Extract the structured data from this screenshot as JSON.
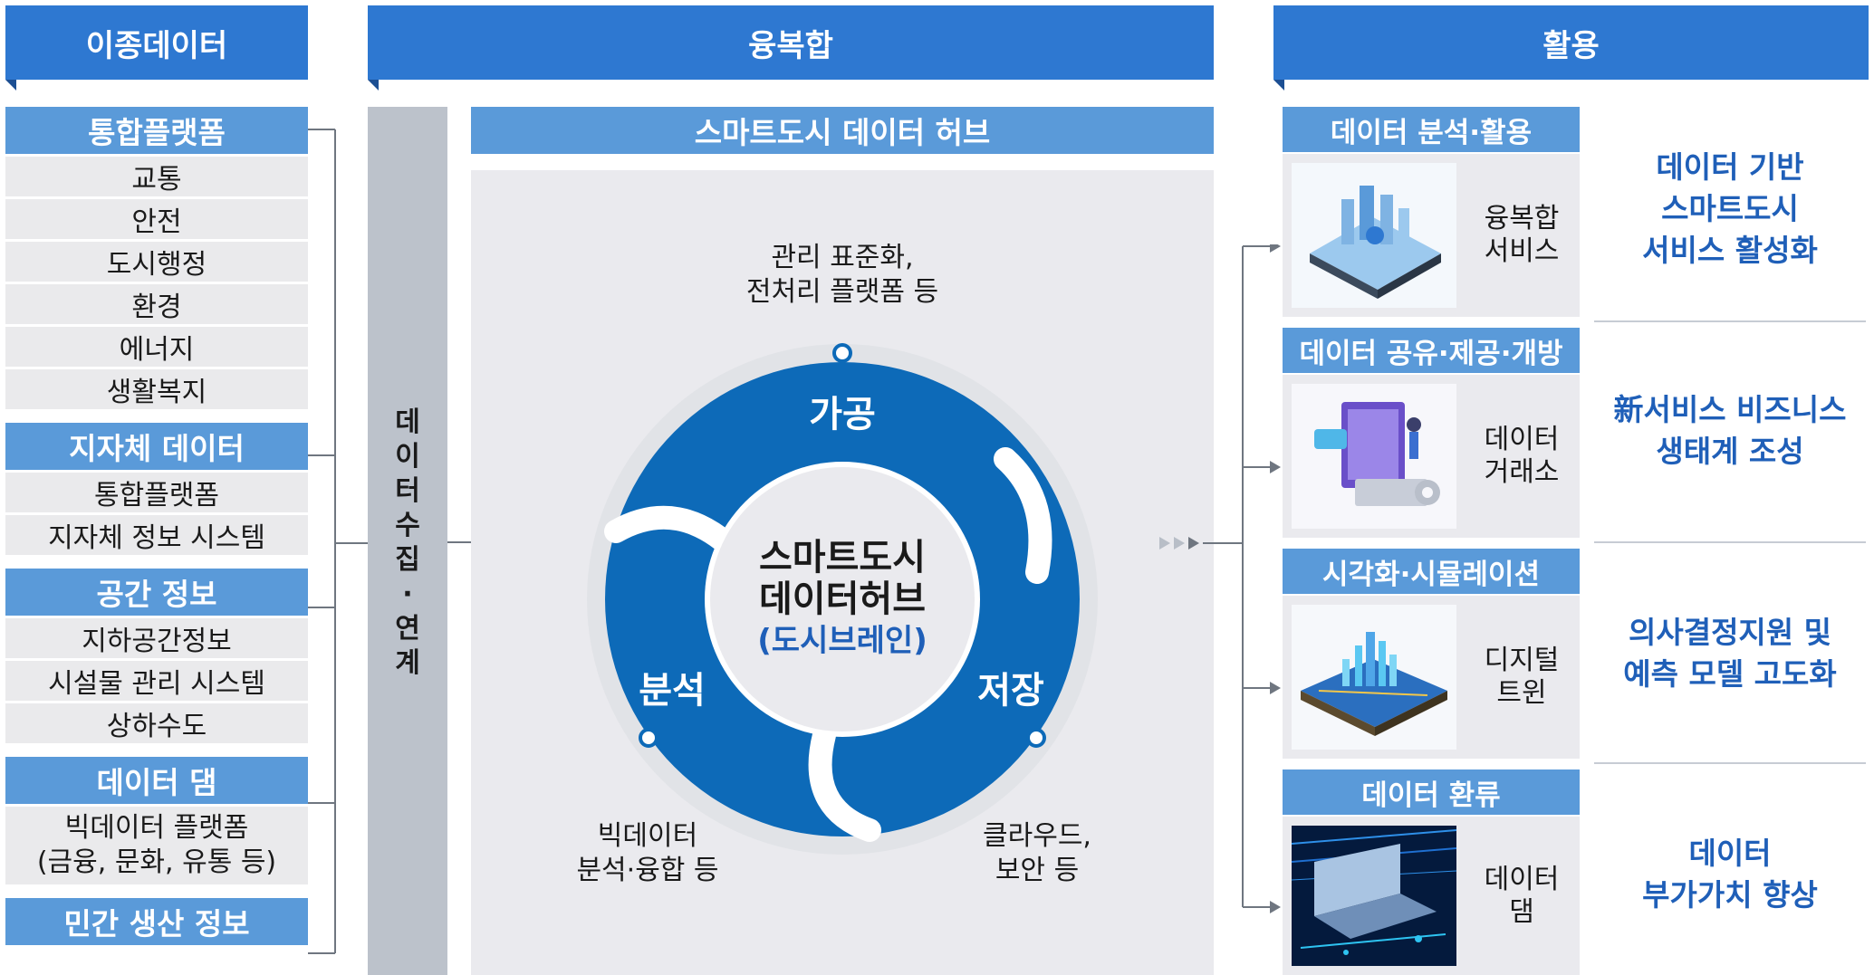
{
  "headers": {
    "left": "이종데이터",
    "middle": "융복합",
    "right": "활용"
  },
  "left_groups": [
    {
      "title": "통합플랫폼",
      "items": [
        "교통",
        "안전",
        "도시행정",
        "환경",
        "에너지",
        "생활복지"
      ]
    },
    {
      "title": "지자체 데이터",
      "items": [
        "통합플랫폼",
        "지자체 정보 시스템"
      ]
    },
    {
      "title": "공간 정보",
      "items": [
        "지하공간정보",
        "시설물 관리 시스템",
        "상하수도"
      ]
    },
    {
      "title": "데이터 댐",
      "items_multiline": [
        "빅데이터 플랫폼",
        "(금융, 문화, 유통 등)"
      ]
    },
    {
      "title": "민간 생산 정보"
    }
  ],
  "collect": {
    "chars": [
      "데",
      "이",
      "터",
      "수",
      "집",
      "·",
      "연",
      "계"
    ]
  },
  "hub": {
    "title": "스마트도시 데이터 허브",
    "center_line1": "스마트도시",
    "center_line2": "데이터허브",
    "center_line3": "(도시브레인)",
    "seg_top": "가공",
    "seg_left": "분석",
    "seg_right": "저장",
    "cap_top_1": "관리 표준화,",
    "cap_top_2": "전처리 플랫폼 등",
    "cap_left_1": "빅데이터",
    "cap_left_2": "분석·융합 등",
    "cap_right_1": "클라우드,",
    "cap_right_2": "보안 등"
  },
  "right_cards": [
    {
      "title": "데이터 분석·활용",
      "label": [
        "융복합",
        "서비스"
      ],
      "image": "smart-city-building-illustration"
    },
    {
      "title": "데이터 공유·제공·개방",
      "label": [
        "데이터",
        "거래소"
      ],
      "image": "data-exchange-laptop-illustration"
    },
    {
      "title": "시각화·시뮬레이션",
      "label": [
        "디지털",
        "트윈"
      ],
      "image": "digital-twin-city-illustration"
    },
    {
      "title": "데이터 환류",
      "label": [
        "데이터",
        "댐"
      ],
      "image": "data-dam-server-illustration"
    }
  ],
  "outcomes": [
    [
      "데이터 기반",
      "스마트도시",
      "서비스 활성화"
    ],
    [
      "新서비스 비즈니스",
      "생태계 조성"
    ],
    [
      "의사결정지원 및",
      "예측 모델 고도화"
    ],
    [
      "데이터",
      "부가가치 향상"
    ]
  ],
  "colors": {
    "header_blue": "#2e78d1",
    "light_blue": "#5a9ad9",
    "ring_blue": "#0d6ab8",
    "outcome_blue": "#1f5fb8",
    "gray_bg": "#eaeaee",
    "collect_gray": "#bcc2cb"
  }
}
